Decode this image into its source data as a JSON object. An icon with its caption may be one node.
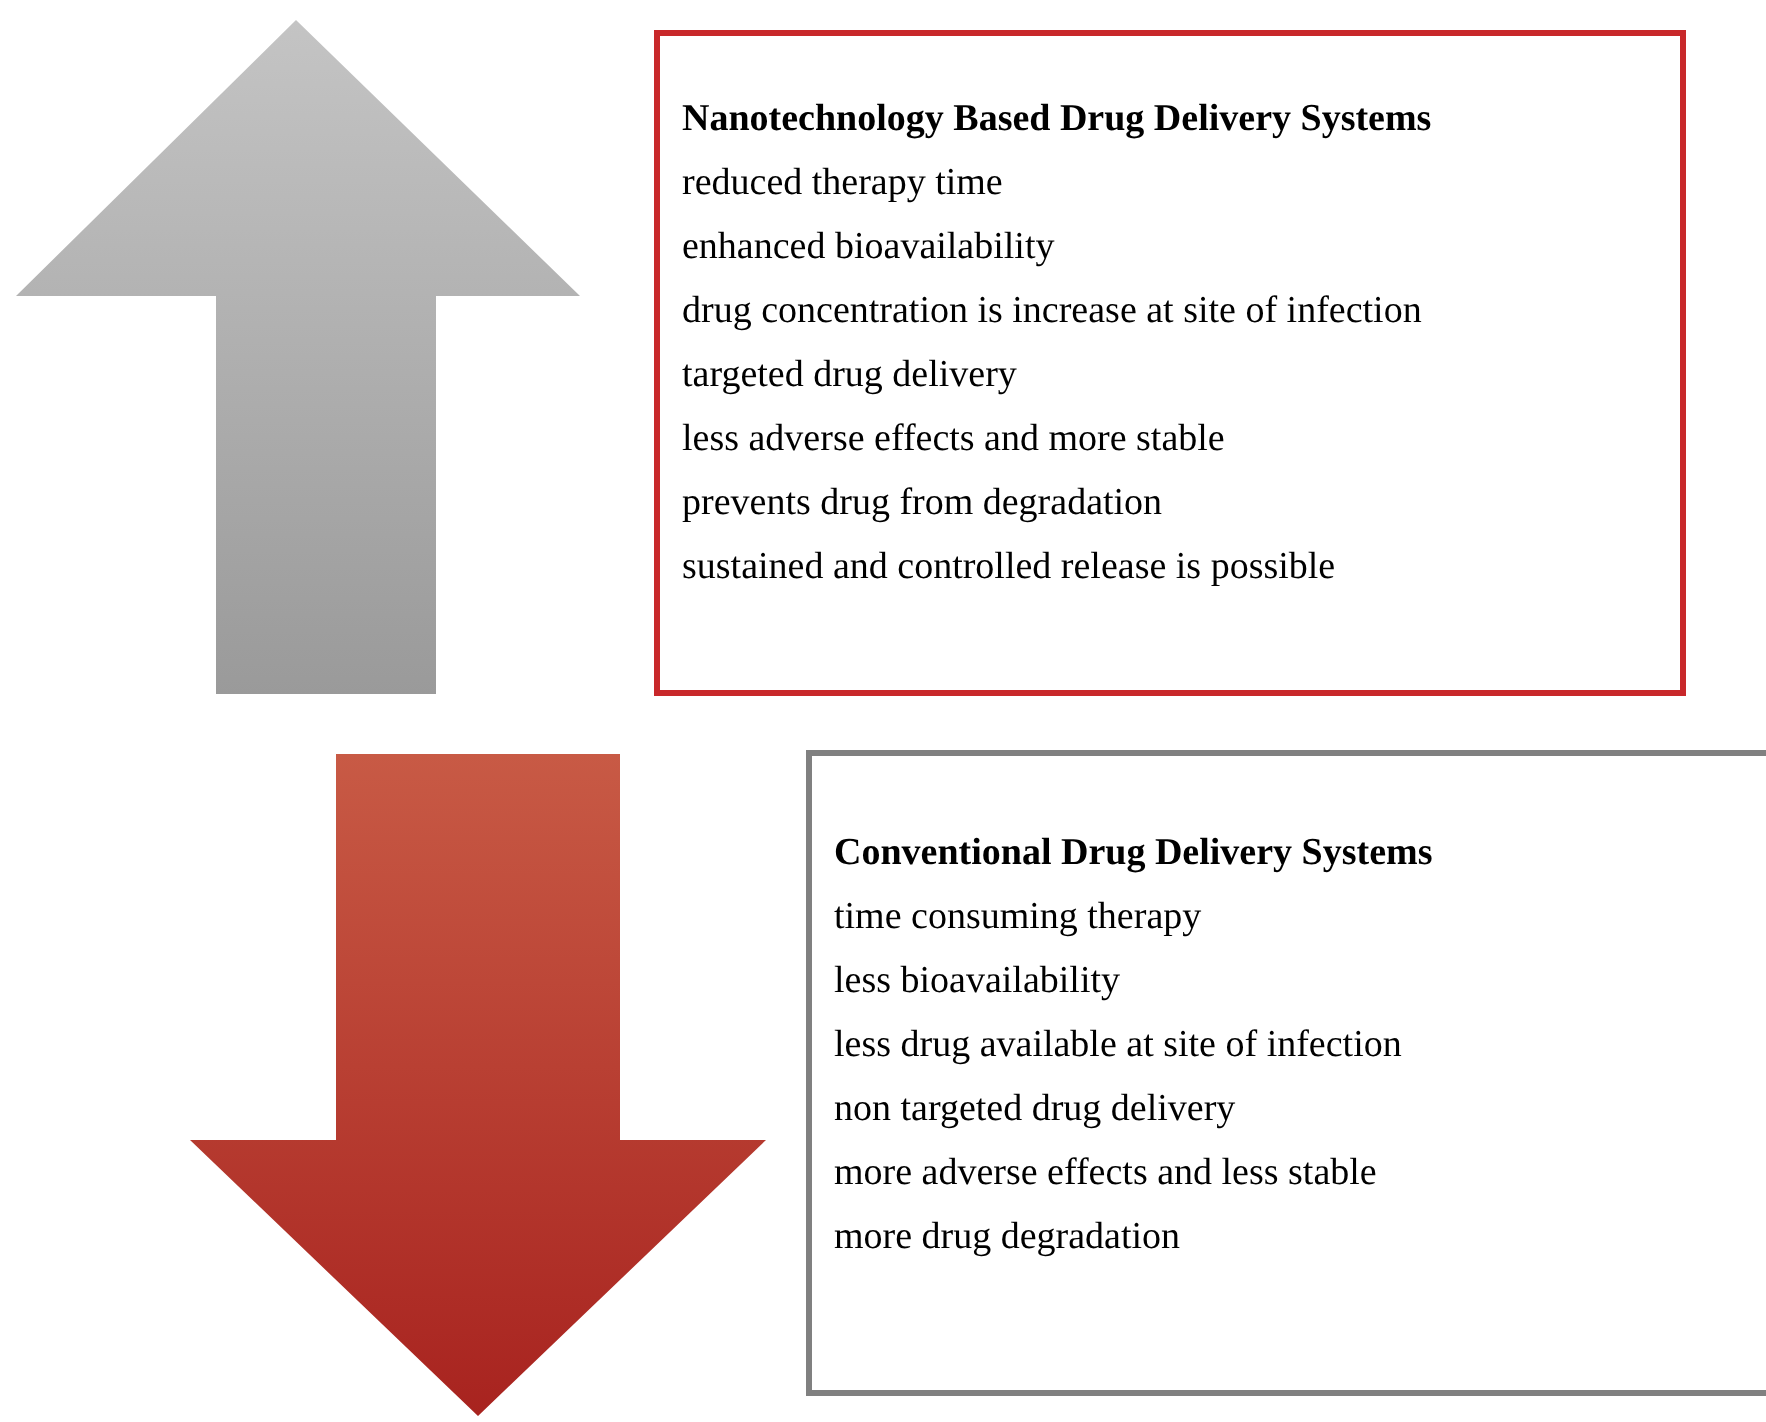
{
  "diagram": {
    "nodes": [
      {
        "text": [
          "Nanotechnology Based Drug Delivery Systems",
          "reduced therapy time",
          "enhanced bioavailability",
          "drug concentration is increase at site of infection",
          "targeted drug delivery",
          "less adverse effects and more stable",
          "prevents drug from degradation",
          "sustained and controlled release is possible"
        ]
      },
      {
        "text": [
          "Conventional Drug Delivery Systems",
          "time consuming therapy",
          "less bioavailability",
          "less drug available at site of infection",
          "non targeted drug delivery",
          "more adverse effects and less stable",
          "more drug degradation"
        ]
      }
    ]
  }
}
